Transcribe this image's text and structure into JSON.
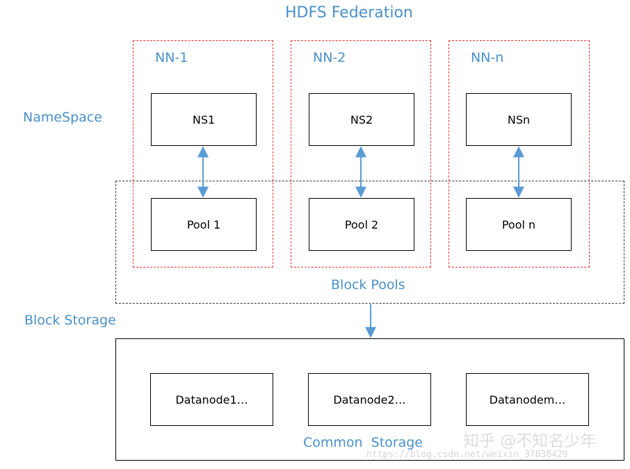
{
  "title": "HDFS Federation",
  "namespace_label": "NameSpace",
  "block_storage_label": "Block Storage",
  "block_pools_label": "Block Pools",
  "common_storage_label": "Common  Storage",
  "namenodes": [
    {
      "label": "NN-1",
      "ns": "NS1",
      "pool": "Pool 1"
    },
    {
      "label": "NN-2",
      "ns": "NS2",
      "pool": "Pool 2"
    },
    {
      "label": "NN-n",
      "ns": "NSn",
      "pool": "Pool n"
    }
  ],
  "datanodes": [
    "Datanode1…",
    "Datanode2…",
    "Datanodem…"
  ],
  "watermark": {
    "brand": "知乎 @不知名少年",
    "url": "https://blog.csdn.net/weixin_37838429"
  },
  "colors": {
    "blue_text": "#4a90c8",
    "red_dash": "#e8322d",
    "black_dash": "#333333",
    "arrow": "#5b9bd5"
  }
}
